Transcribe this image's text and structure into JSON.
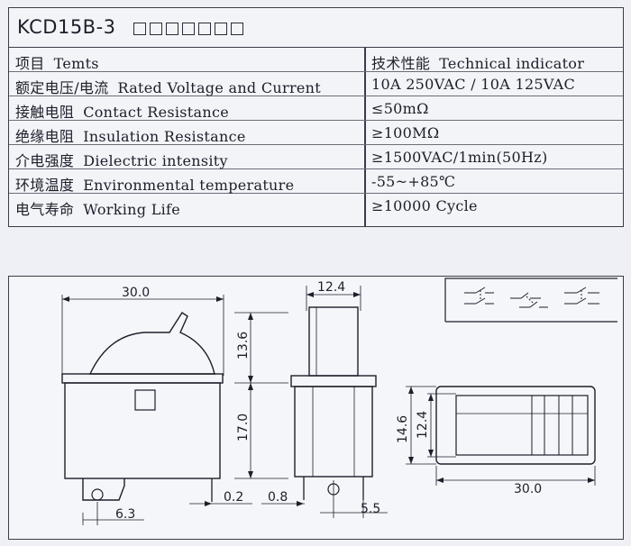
{
  "title": {
    "model": "KCD15B-3"
  },
  "table": {
    "header": {
      "left_zh": "项目",
      "left_en": "Temts",
      "right_zh": "技术性能",
      "right_en": "Technical indicator"
    },
    "rows": [
      {
        "zh": "额定电压/电流",
        "en": "Rated Voltage and Current",
        "value": "10A  250VAC / 10A  125VAC"
      },
      {
        "zh": "接触电阻",
        "en": "Contact Resistance",
        "value": "≤50mΩ"
      },
      {
        "zh": "绝缘电阻",
        "en": "Insulation Resistance",
        "value": "≥100MΩ"
      },
      {
        "zh": "介电强度",
        "en": "Dielectric intensity",
        "value": "≥1500VAC/1min(50Hz)"
      },
      {
        "zh": "环境温度",
        "en": "Environmental temperature",
        "value": "-55~+85℃"
      },
      {
        "zh": "电气寿命",
        "en": "Working Life",
        "value": "≥10000 Cycle"
      }
    ]
  },
  "dimensions": {
    "width_top": "30.0",
    "height_upper": "13.6",
    "height_lower": "17.0",
    "terminal_offset": "6.3",
    "terminal_thickness": "0.2",
    "side_width": "12.4",
    "side_gap": "0.8",
    "side_pitch": "5.5",
    "top_height_outer": "14.6",
    "top_height_inner": "12.4",
    "top_width": "30.0"
  },
  "colors": {
    "ink": "#1c1f2a",
    "paper": "#eef0f5"
  }
}
